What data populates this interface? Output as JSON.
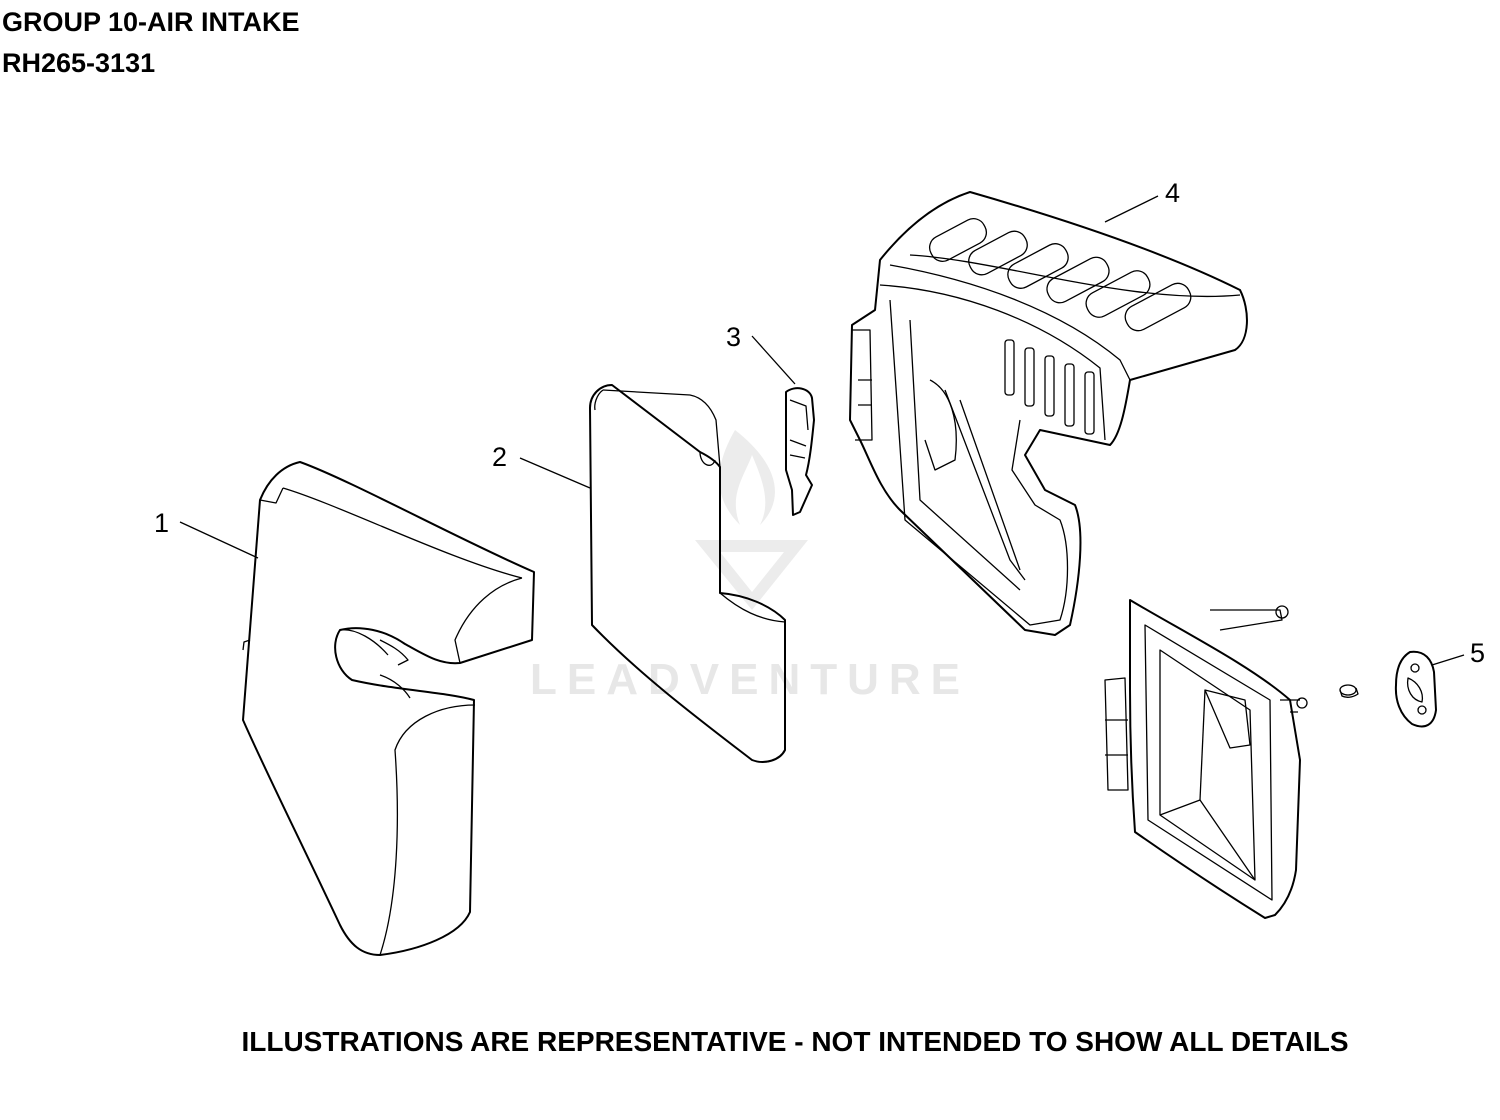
{
  "header": {
    "line1": "GROUP 10-AIR INTAKE",
    "line2": "RH265-3131"
  },
  "footer": {
    "note": "ILLUSTRATIONS ARE REPRESENTATIVE - NOT INTENDED TO SHOW ALL DETAILS"
  },
  "watermark": {
    "text": "LEADVENTURE",
    "logo_icon": "flame-v-logo-icon"
  },
  "callouts": [
    {
      "label": "1"
    },
    {
      "label": "2"
    },
    {
      "label": "3"
    },
    {
      "label": "4"
    },
    {
      "label": "5"
    }
  ],
  "colors": {
    "line": "#000000",
    "watermark": "#e7e7e7",
    "background": "#ffffff"
  }
}
